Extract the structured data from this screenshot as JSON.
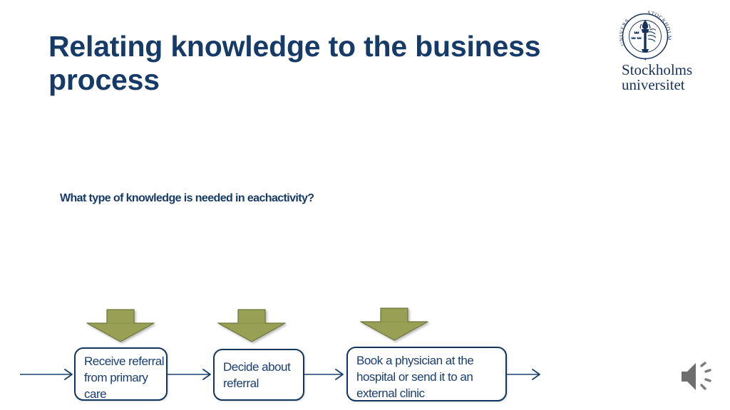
{
  "slide": {
    "background_color": "#FFFFFF",
    "title": "Relating knowledge to the business process",
    "question": "What type of knowledge is needed in eachactivity?",
    "title_color": "#173B68"
  },
  "logo": {
    "name": "stockholm-university-logo",
    "seal_text_left": "UNIVERSITET",
    "seal_text_right": "STOCKHOLMS",
    "wordmark_line1": "Stockholms",
    "wordmark_line2": "universitet",
    "color": "#17325C"
  },
  "process": {
    "box_border_color": "#12355E",
    "box_text_color": "#1B3E72",
    "arrow_fill_color": "#97A054",
    "arrow_stroke_color": "#6E7539",
    "connector_color": "#18406F",
    "boxes": [
      {
        "id": "receive-referral",
        "label": "Receive referral from primary care"
      },
      {
        "id": "decide-referral",
        "label": "Decide about referral"
      },
      {
        "id": "book-physician",
        "label": "Book a physician at the hospital or send it to an external clinic"
      }
    ],
    "knowledge_arrows": [
      {
        "id": "knowledge-arrow-1"
      },
      {
        "id": "knowledge-arrow-2"
      },
      {
        "id": "knowledge-arrow-3"
      }
    ],
    "connectors": [
      {
        "id": "connector-in"
      },
      {
        "id": "connector-1-2"
      },
      {
        "id": "connector-2-3"
      },
      {
        "id": "connector-out"
      }
    ]
  },
  "media": {
    "audio_icon": "speaker-icon",
    "audio_icon_color": "#757575"
  }
}
